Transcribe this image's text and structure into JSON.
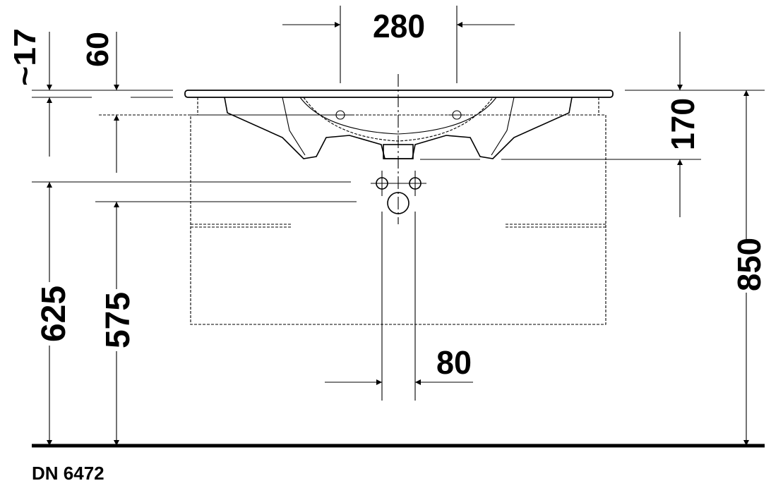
{
  "model": "DN 6472",
  "dimensions": {
    "tap_spacing": "280",
    "rim_thickness": "~17",
    "overflow_depth": "60",
    "basin_depth": "170",
    "total_height": "850",
    "supply_height": "625",
    "waste_height": "575",
    "supply_spacing": "80"
  }
}
